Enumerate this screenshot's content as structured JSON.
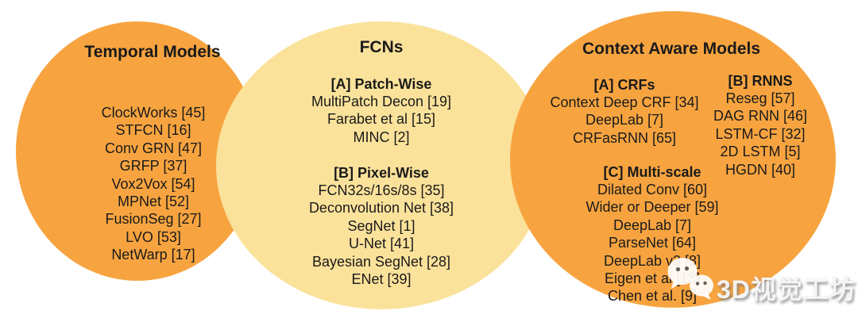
{
  "diagram": {
    "temporal": {
      "title": "Temporal Models",
      "items": [
        "ClockWorks [45]",
        "STFCN [16]",
        "Conv GRN [47]",
        "GRFP [37]",
        "Vox2Vox [54]",
        "MPNet [52]",
        "FusionSeg [27]",
        "LVO [53]",
        "NetWarp [17]"
      ]
    },
    "fcns": {
      "title": "FCNs",
      "groups": [
        {
          "label": "[A] Patch-Wise",
          "items": [
            "MultiPatch Decon [19]",
            "Farabet et al [15]",
            "MINC [2]"
          ]
        },
        {
          "label": "[B] Pixel-Wise",
          "items": [
            "FCN32s/16s/8s [35]",
            "Deconvolution Net [38]",
            "SegNet [1]",
            "U-Net [41]",
            "Bayesian SegNet [28]",
            "ENet [39]"
          ]
        }
      ]
    },
    "context": {
      "title": "Context Aware Models",
      "groups": [
        {
          "label": "[A] CRFs",
          "items": [
            "Context Deep CRF [34]",
            "DeepLab [7]",
            "CRFasRNN [65]"
          ]
        },
        {
          "label": "[B] RNNS",
          "items": [
            "Reseg [57]",
            "DAG RNN [46]",
            "LSTM-CF [32]",
            "2D LSTM [5]",
            "HGDN [40]"
          ]
        },
        {
          "label": "[C] Multi-scale",
          "items": [
            "Dilated Conv [60]",
            "Wider or Deeper [59]",
            "DeepLab [7]",
            "ParseNet [64]",
            "DeepLab v3 [8]",
            "Eigen et al [13]",
            "Chen et al. [9]"
          ]
        }
      ]
    }
  },
  "watermark": {
    "text": "3D视觉工坊",
    "icon": "wechat-icon"
  },
  "colors": {
    "orange": "#F7A440",
    "yellow": "#FBE29B",
    "text": "#1A1A1A",
    "watermark_text": "#FFFFFF"
  }
}
